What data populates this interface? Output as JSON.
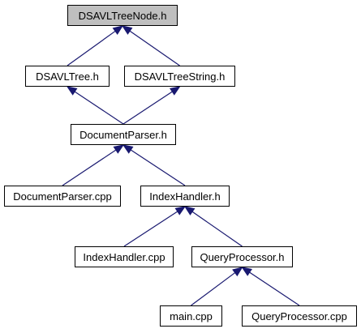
{
  "diagram": {
    "edge_color": "#191970",
    "root_fill": "#bfbfbf",
    "nodes": {
      "dsavltreenode_h": "DSAVLTreeNode.h",
      "dsavltree_h": "DSAVLTree.h",
      "dsavltreestring_h": "DSAVLTreeString.h",
      "documentparser_h": "DocumentParser.h",
      "documentparser_cpp": "DocumentParser.cpp",
      "indexhandler_h": "IndexHandler.h",
      "indexhandler_cpp": "IndexHandler.cpp",
      "queryprocessor_h": "QueryProcessor.h",
      "main_cpp": "main.cpp",
      "queryprocessor_cpp": "QueryProcessor.cpp"
    },
    "edges": [
      {
        "from": "dsavltree_h",
        "to": "dsavltreenode_h"
      },
      {
        "from": "dsavltreestring_h",
        "to": "dsavltreenode_h"
      },
      {
        "from": "documentparser_h",
        "to": "dsavltree_h"
      },
      {
        "from": "documentparser_h",
        "to": "dsavltreestring_h"
      },
      {
        "from": "documentparser_cpp",
        "to": "documentparser_h"
      },
      {
        "from": "indexhandler_h",
        "to": "documentparser_h"
      },
      {
        "from": "indexhandler_cpp",
        "to": "indexhandler_h"
      },
      {
        "from": "queryprocessor_h",
        "to": "indexhandler_h"
      },
      {
        "from": "main_cpp",
        "to": "queryprocessor_h"
      },
      {
        "from": "queryprocessor_cpp",
        "to": "queryprocessor_h"
      }
    ]
  }
}
